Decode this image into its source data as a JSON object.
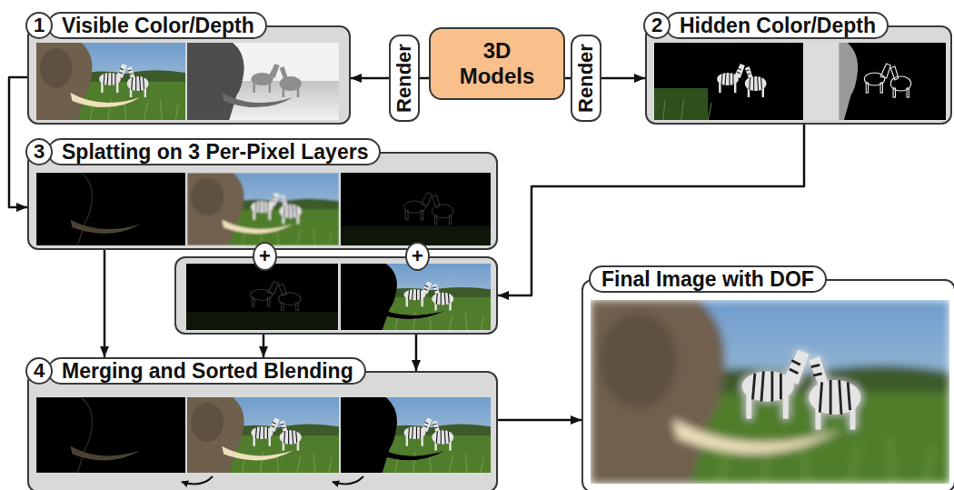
{
  "diagram": {
    "nodes": [
      {
        "text": [
          "1",
          "Visible Color/Depth"
        ]
      },
      {
        "text": [
          "Render"
        ]
      },
      {
        "text": [
          "3D Models"
        ]
      },
      {
        "text": [
          "Render"
        ]
      },
      {
        "text": [
          "2",
          "Hidden Color/Depth"
        ]
      },
      {
        "text": [
          "3",
          "Splatting on 3 Per-Pixel Layers"
        ]
      },
      {
        "text": [
          "+"
        ]
      },
      {
        "text": [
          "+"
        ]
      },
      {
        "text": []
      },
      {
        "text": [
          "4",
          "Merging and Sorted Blending"
        ]
      },
      {
        "text": [
          "Final Image with DOF"
        ]
      }
    ],
    "edges": [
      {
        "from": 2,
        "to": 1,
        "arrow": "none"
      },
      {
        "from": 1,
        "to": 0,
        "arrow": "to"
      },
      {
        "from": 2,
        "to": 3,
        "arrow": "none"
      },
      {
        "from": 3,
        "to": 4,
        "arrow": "to"
      },
      {
        "from": 0,
        "to": 5,
        "arrow": "to"
      },
      {
        "from": 4,
        "to": 8,
        "arrow": "to"
      },
      {
        "from": 5,
        "to": 9,
        "arrow": "to"
      },
      {
        "from": 8,
        "to": 9,
        "arrow": "to"
      },
      {
        "from": 8,
        "to": 9,
        "arrow": "to"
      },
      {
        "from": 9,
        "to": 10,
        "arrow": "to"
      }
    ]
  }
}
